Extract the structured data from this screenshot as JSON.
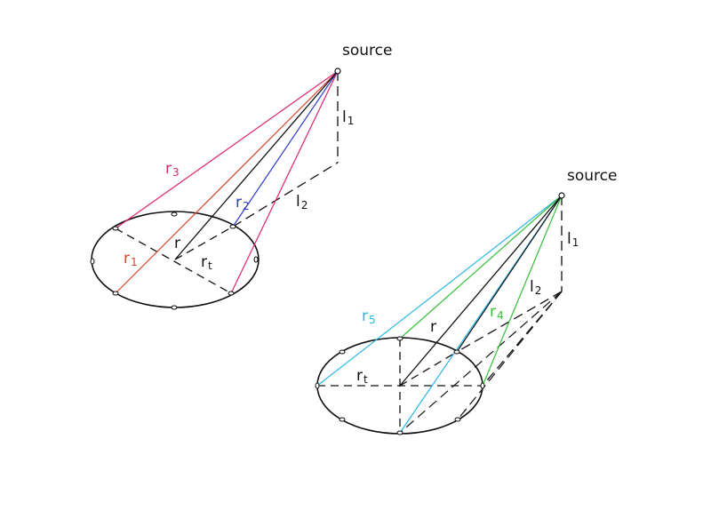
{
  "colors": {
    "ink": "#111111",
    "pink": "#e02470",
    "red": "#e0402c",
    "blue": "#2c3cc8",
    "cyan": "#2ab8e8",
    "green": "#36c036"
  },
  "diagram1": {
    "source_label": "source",
    "r3": {
      "base": "r",
      "sub": "3"
    },
    "r2": {
      "base": "r",
      "sub": "2"
    },
    "r1": {
      "base": "r",
      "sub": "1"
    },
    "r": {
      "base": "r"
    },
    "rt": {
      "base": "r",
      "sub": "t"
    },
    "l1": {
      "base": "l",
      "sub": "1"
    },
    "l2": {
      "base": "l",
      "sub": "2"
    }
  },
  "diagram2": {
    "source_label": "source",
    "r5": {
      "base": "r",
      "sub": "5"
    },
    "r4": {
      "base": "r",
      "sub": "4"
    },
    "r": {
      "base": "r"
    },
    "rt": {
      "base": "r",
      "sub": "t"
    },
    "l1": {
      "base": "l",
      "sub": "1"
    },
    "l2": {
      "base": "l",
      "sub": "2"
    }
  }
}
